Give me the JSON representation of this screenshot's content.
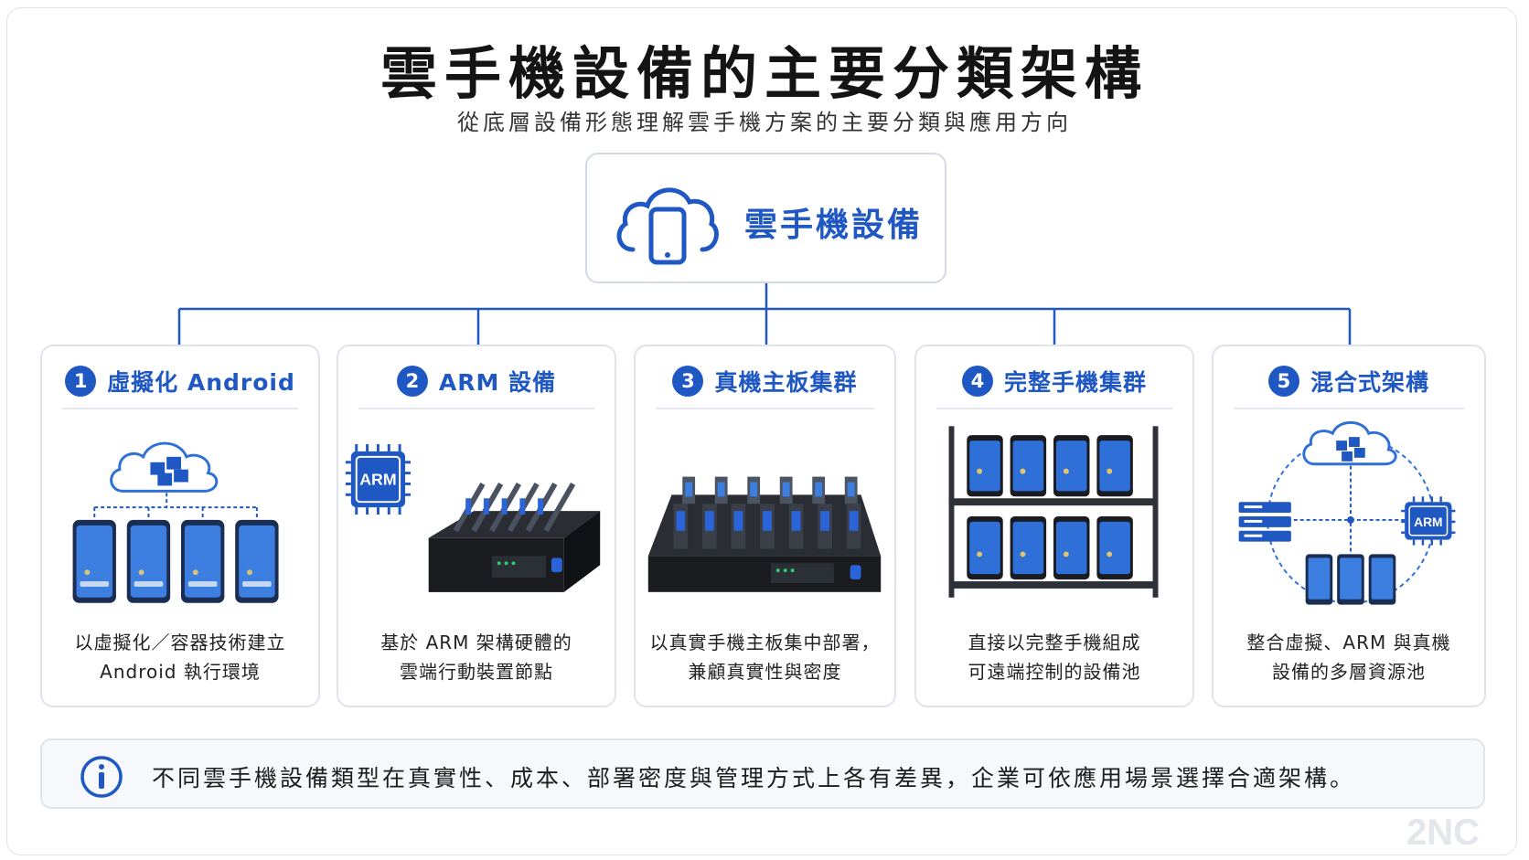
{
  "header": {
    "title": "雲手機設備的主要分類架構",
    "subtitle": "從底層設備形態理解雲手機方案的主要分類與應用方向"
  },
  "root": {
    "label": "雲手機設備",
    "icon": "cloud-phone-icon"
  },
  "categories": [
    {
      "number": "1",
      "title": "虛擬化 Android",
      "desc_line1": "以虛擬化／容器技術建立",
      "desc_line2": "Android 執行環境",
      "icon": "virtual-phones-icon"
    },
    {
      "number": "2",
      "title": "ARM 設備",
      "desc_line1": "基於 ARM 架構硬體的",
      "desc_line2": "雲端行動裝置節點",
      "icon": "arm-server-icon",
      "chip_label": "ARM"
    },
    {
      "number": "3",
      "title": "真機主板集群",
      "desc_line1": "以真實手機主板集中部署，",
      "desc_line2": "兼顧真實性與密度",
      "icon": "board-cluster-icon"
    },
    {
      "number": "4",
      "title": "完整手機集群",
      "desc_line1": "直接以完整手機組成",
      "desc_line2": "可遠端控制的設備池",
      "icon": "phone-rack-icon"
    },
    {
      "number": "5",
      "title": "混合式架構",
      "desc_line1": "整合虛擬、ARM 與真機",
      "desc_line2": "設備的多層資源池",
      "icon": "hybrid-icon",
      "chip_label": "ARM"
    }
  ],
  "note": {
    "text": "不同雲手機設備類型在真實性、成本、部署密度與管理方式上各有差異，企業可依應用場景選擇合適架構。",
    "icon": "info-icon"
  },
  "brand": "2NC",
  "colors": {
    "accent": "#1f57c3",
    "border": "#dfe4ea",
    "text": "#1a1a1a"
  }
}
